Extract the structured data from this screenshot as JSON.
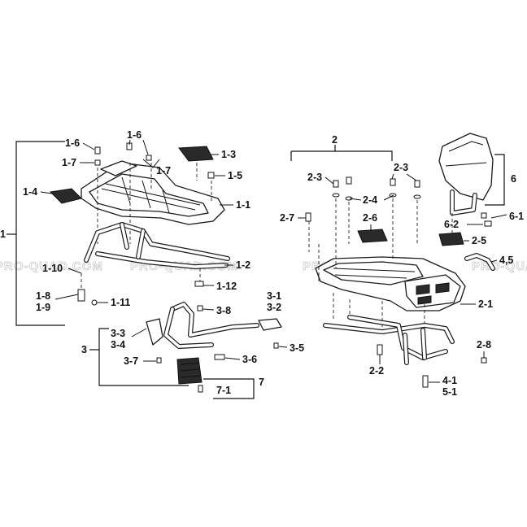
{
  "watermark": {
    "text": "PRO-QUAD.COM"
  },
  "labels": {
    "g1": "1",
    "p1_1": "1-1",
    "p1_2": "1-2",
    "p1_3": "1-3",
    "p1_4": "1-4",
    "p1_5": "1-5",
    "p1_6a": "1-6",
    "p1_6b": "1-6",
    "p1_7a": "1-7",
    "p1_7b": "1-7",
    "p1_8": "1-8",
    "p1_9": "1-9",
    "p1_10": "1-10",
    "p1_11": "1-11",
    "p1_12": "1-12",
    "g2": "2",
    "p2_1": "2-1",
    "p2_2": "2-2",
    "p2_3a": "2-3",
    "p2_3b": "2-3",
    "p2_4": "2-4",
    "p2_5": "2-5",
    "p2_6": "2-6",
    "p2_7": "2-7",
    "p2_8": "2-8",
    "g3": "3",
    "p3_1": "3-1",
    "p3_2": "3-2",
    "p3_3": "3-3",
    "p3_4": "3-4",
    "p3_5": "3-5",
    "p3_6": "3-6",
    "p3_7": "3-7",
    "p3_8": "3-8",
    "p4_1": "4-1",
    "p4_5": "4,5",
    "p5_1": "5-1",
    "g6": "6",
    "p6_1": "6-1",
    "p6_2": "6-2",
    "g7": "7",
    "p7_1": "7-1"
  }
}
